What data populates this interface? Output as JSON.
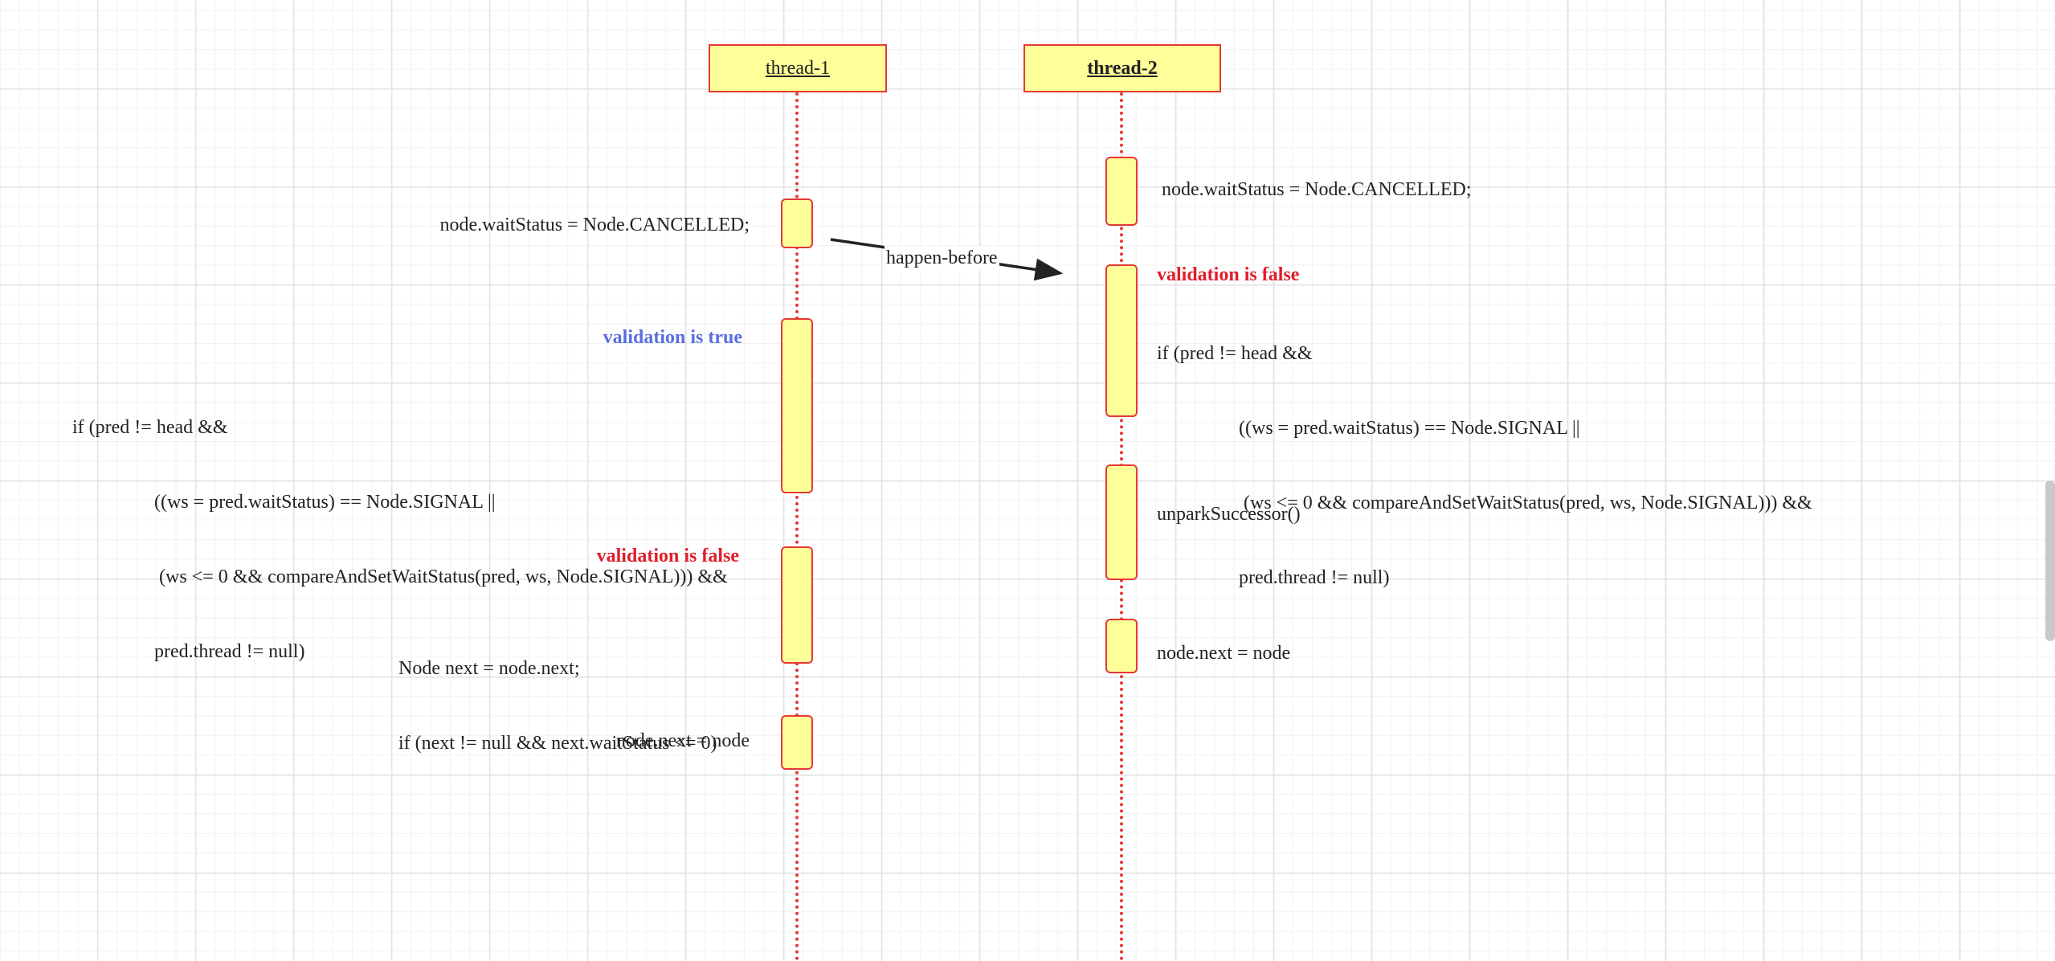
{
  "lifelines": {
    "thread1": {
      "title": "thread-1"
    },
    "thread2": {
      "title": "thread-2"
    }
  },
  "thread1": {
    "cancel_stmt": "node.waitStatus = Node.CANCELLED;",
    "validation_true": "validation is true",
    "condition_lines": [
      "if (pred != head &&",
      "((ws = pred.waitStatus) == Node.SIGNAL ||",
      " (ws <= 0 && compareAndSetWaitStatus(pred, ws, Node.SIGNAL))) &&",
      "pred.thread != null)"
    ],
    "validation_false": "validation is false",
    "next_lines": [
      "Node next = node.next;",
      "if (next != null && next.waitStatus <= 0)"
    ],
    "assign_next": "node.next = node"
  },
  "thread2": {
    "cancel_stmt": "node.waitStatus = Node.CANCELLED;",
    "validation_false": "validation is false",
    "condition_lines": [
      "if (pred != head &&",
      "((ws = pred.waitStatus) == Node.SIGNAL ||",
      " (ws <= 0 && compareAndSetWaitStatus(pred, ws, Node.SIGNAL))) &&",
      "pred.thread != null)"
    ],
    "unpark": "unparkSuccessor()",
    "assign_next": "node.next = node"
  },
  "message": {
    "label": "happen-before"
  },
  "colors": {
    "box_fill": "#ffff99",
    "box_border": "#e53935",
    "validation_true": "#5b6ee1",
    "validation_false": "#e11d2a",
    "grid": "#e3e3e3"
  }
}
